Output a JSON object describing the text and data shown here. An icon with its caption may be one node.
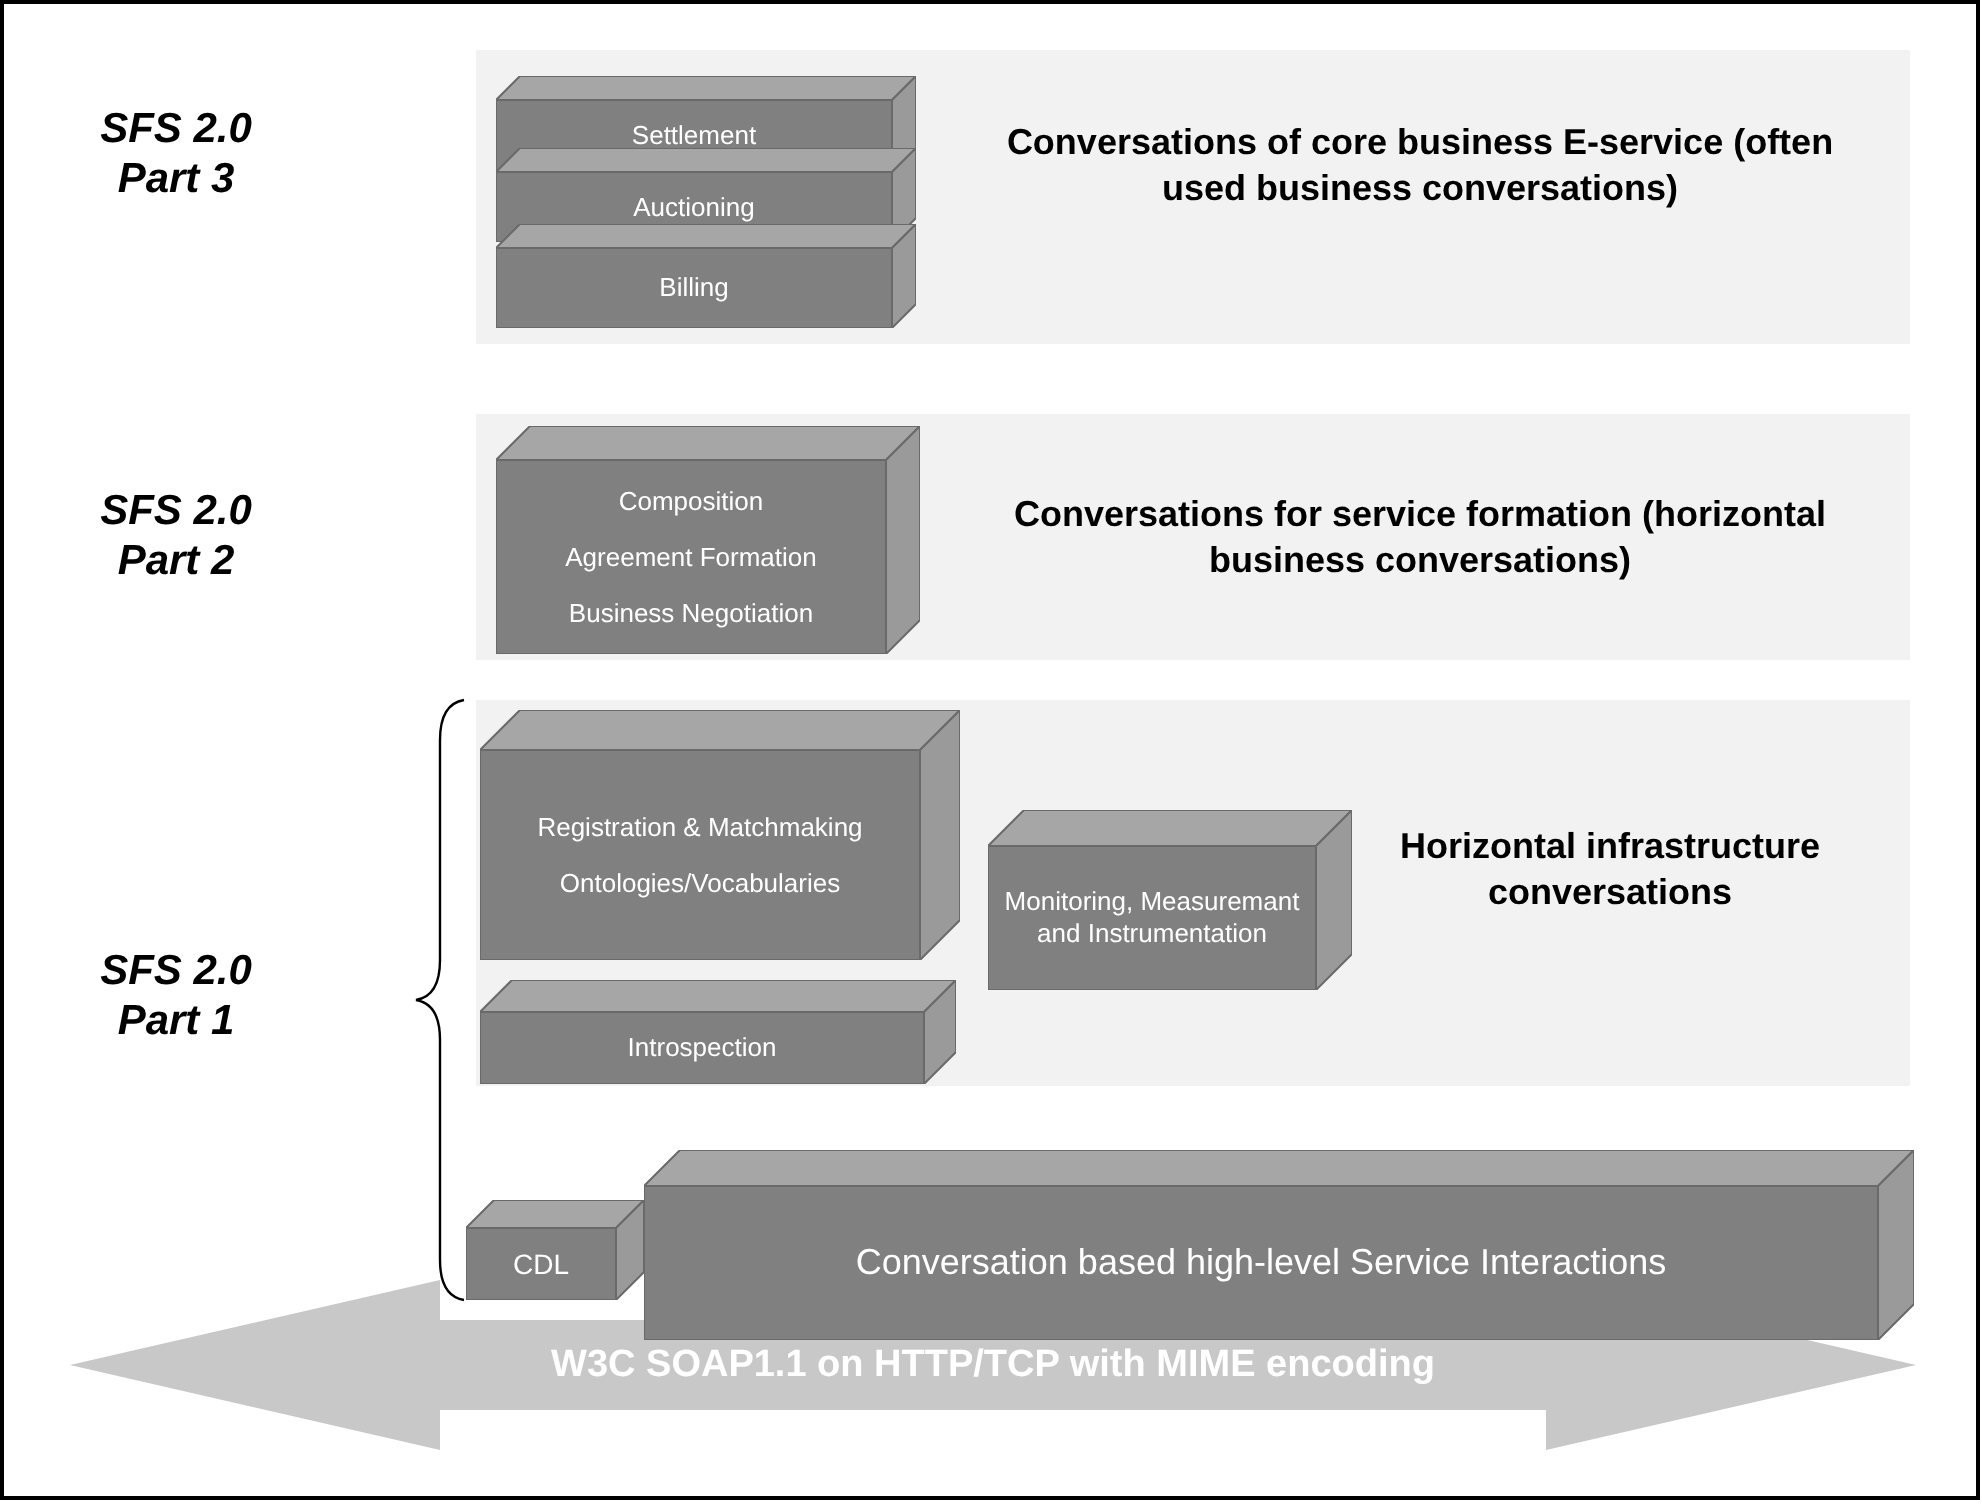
{
  "diagram": {
    "nodes": [
      {
        "text": [
          "Conversations of core business E-service (often used business conversations)"
        ]
      },
      {
        "text": [
          "Settlement"
        ],
        "in": 0
      },
      {
        "text": [
          "Auctioning"
        ],
        "in": 0
      },
      {
        "text": [
          "Billing"
        ],
        "in": 0
      },
      {
        "text": [
          "Conversations for service formation (horizontal business conversations)"
        ]
      },
      {
        "text": [
          "Composition",
          "Agreement Formation",
          "Business Negotiation"
        ],
        "in": 4
      },
      {
        "text": [
          "Horizontal infrastructure conversations"
        ]
      },
      {
        "text": [
          "Registration & Matchmaking",
          "Ontologies/Vocabularies"
        ],
        "in": 6
      },
      {
        "text": [
          "Monitoring, Measuremant and Instrumentation"
        ],
        "in": 6
      },
      {
        "text": [
          "Introspection"
        ],
        "in": 6
      },
      {
        "text": [
          "W3C SOAP1.1 on HTTP/TCP with MIME encoding"
        ]
      },
      {
        "text": [
          "CDL"
        ]
      },
      {
        "text": [
          "Conversation based high-level Service Interactions"
        ]
      }
    ],
    "edges": [],
    "labels": [
      "SFS 2.0 Part 3",
      "SFS 2.0 Part 2",
      "SFS 2.0 Part 1"
    ]
  }
}
